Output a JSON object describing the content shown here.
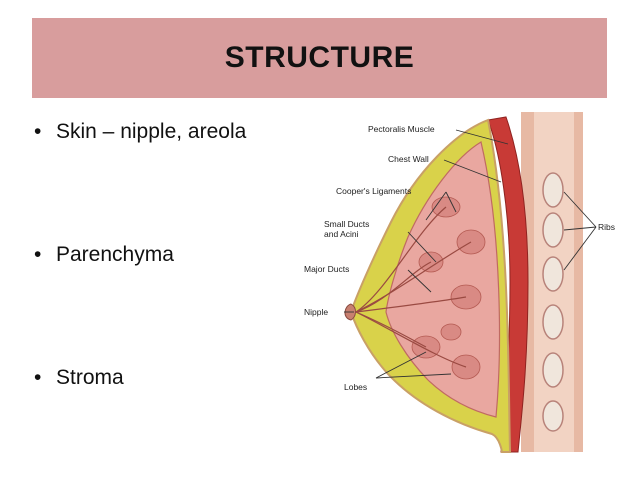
{
  "slide": {
    "title": "STRUCTURE",
    "bullets": [
      "Skin – nipple, areola",
      "Parenchyma",
      "Stroma"
    ],
    "bullet_symbol": "•"
  },
  "diagram": {
    "labels": {
      "pectoralis": "Pectoralis Muscle",
      "chest_wall": "Chest Wall",
      "coopers": "Cooper's Ligaments",
      "small_ducts_1": "Small Ducts",
      "small_ducts_2": "and Acini",
      "major_ducts": "Major Ducts",
      "nipple": "Nipple",
      "lobes": "Lobes",
      "ribs": "Ribs"
    }
  },
  "colors": {
    "title_bar": "#d89d9d",
    "fat": "#d9d24a",
    "gland": "#e9a7a0",
    "muscle": "#c83a36",
    "rib": "#f0e6dc",
    "skin": "#e7b9a4"
  }
}
